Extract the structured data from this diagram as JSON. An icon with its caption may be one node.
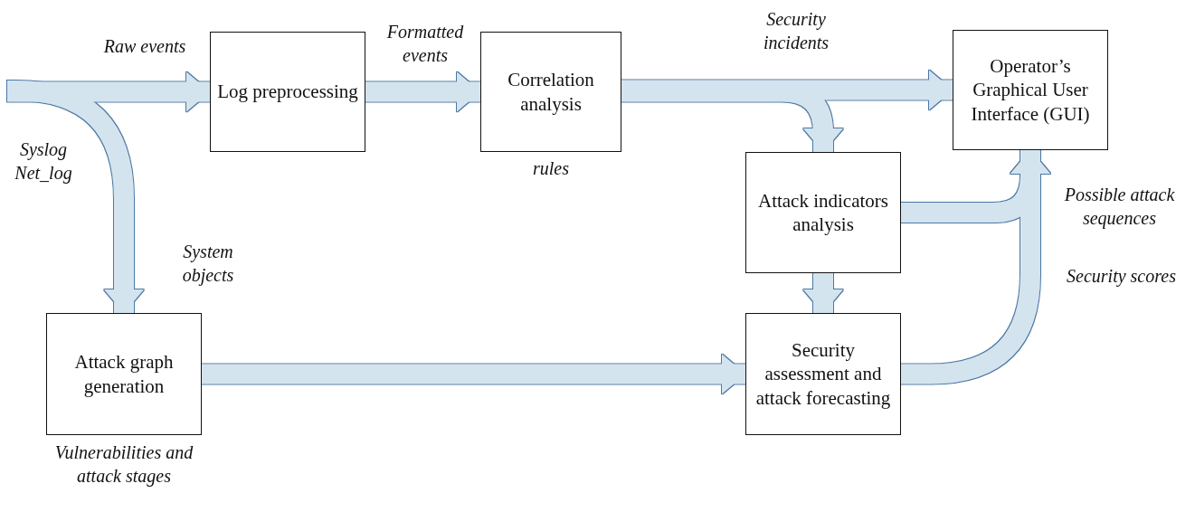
{
  "diagram": {
    "nodes": [
      {
        "text": [
          "Log preprocessing"
        ]
      },
      {
        "text": [
          "Correlation analysis"
        ],
        "beside": [
          "rules"
        ]
      },
      {
        "text": [
          "Operator’s Graphical User Interface (GUI)"
        ]
      },
      {
        "text": [
          "Attack indicators analysis"
        ]
      },
      {
        "text": [
          "Attack graph generation"
        ],
        "beside": [
          "Vulnerabilities and attack stages"
        ]
      },
      {
        "text": [
          "Security assessment and attack forecasting"
        ]
      }
    ],
    "edges": [
      {
        "from": null,
        "to": 0,
        "arrow": "to",
        "label": "Raw events"
      },
      {
        "from": null,
        "to": 4,
        "arrow": "to",
        "label": "System objects"
      },
      {
        "from": 0,
        "to": 1,
        "arrow": "to",
        "label": "Formatted events"
      },
      {
        "from": 1,
        "to": 2,
        "arrow": "to",
        "label": "Security incidents"
      },
      {
        "from": 1,
        "to": 3,
        "arrow": "to"
      },
      {
        "from": 3,
        "to": 2,
        "arrow": "to",
        "label": "Possible attack sequences"
      },
      {
        "from": 3,
        "to": 5,
        "arrow": "to"
      },
      {
        "from": 4,
        "to": 5,
        "arrow": "to"
      },
      {
        "from": 5,
        "to": 2,
        "arrow": "to",
        "label": "Security scores"
      }
    ],
    "labels": [
      "Syslog Net_log"
    ]
  }
}
